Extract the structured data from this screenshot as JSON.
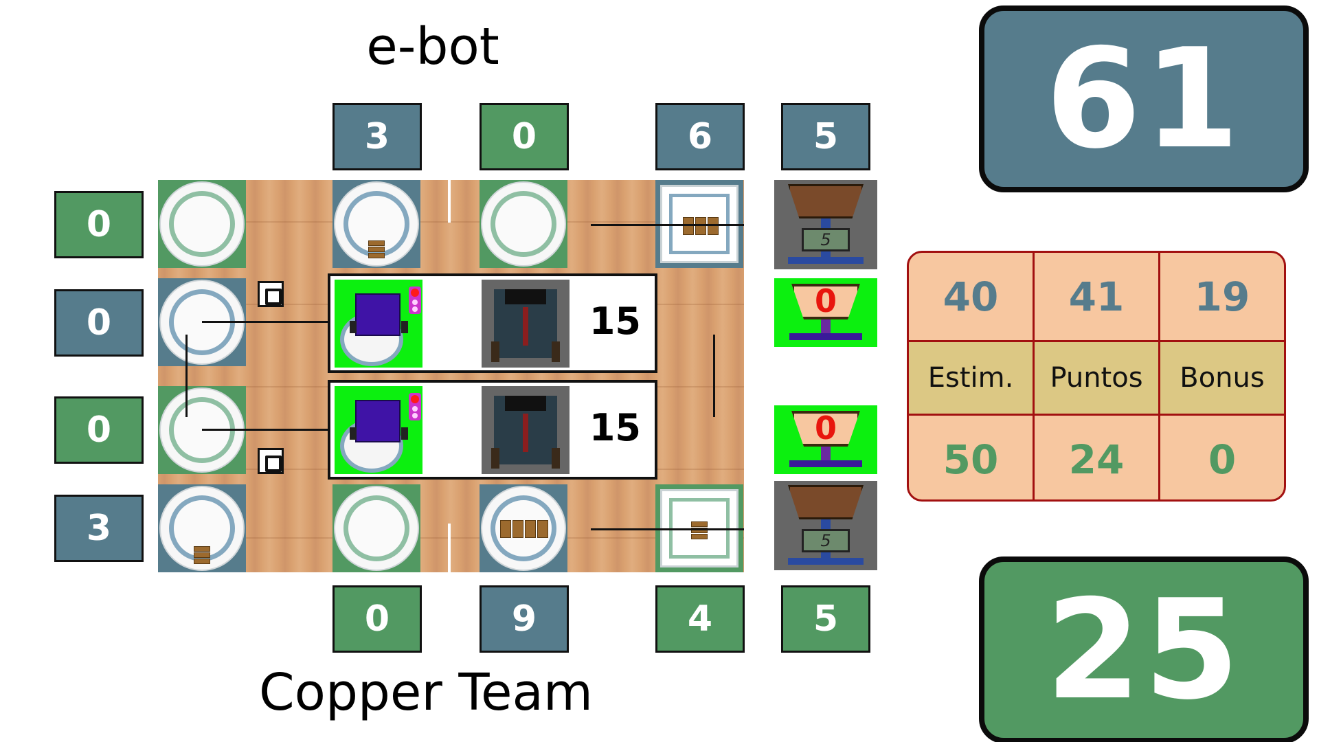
{
  "teams": {
    "top": "e-bot",
    "bottom": "Copper Team"
  },
  "scores": {
    "top_total": "61",
    "bottom_total": "25"
  },
  "top_columns": [
    "3",
    "0",
    "6",
    "5"
  ],
  "bottom_columns": [
    "0",
    "9",
    "4",
    "5"
  ],
  "left_rows": [
    "0",
    "0",
    "0",
    "3"
  ],
  "robots": [
    {
      "value": "15"
    },
    {
      "value": "15"
    }
  ],
  "scale_displays": [
    "5",
    "5"
  ],
  "bins": [
    "0",
    "0"
  ],
  "stats": {
    "top_values": [
      "40",
      "41",
      "19"
    ],
    "headers": [
      "Estim.",
      "Puntos",
      "Bonus"
    ],
    "bottom_values": [
      "50",
      "24",
      "0"
    ]
  },
  "colors": {
    "team_top": "#567c8c",
    "team_bottom": "#529962",
    "robot_area": "#0cf00f",
    "table_bg": "#f7c7a0",
    "table_header": "#dcc884",
    "table_border": "#a21010"
  }
}
